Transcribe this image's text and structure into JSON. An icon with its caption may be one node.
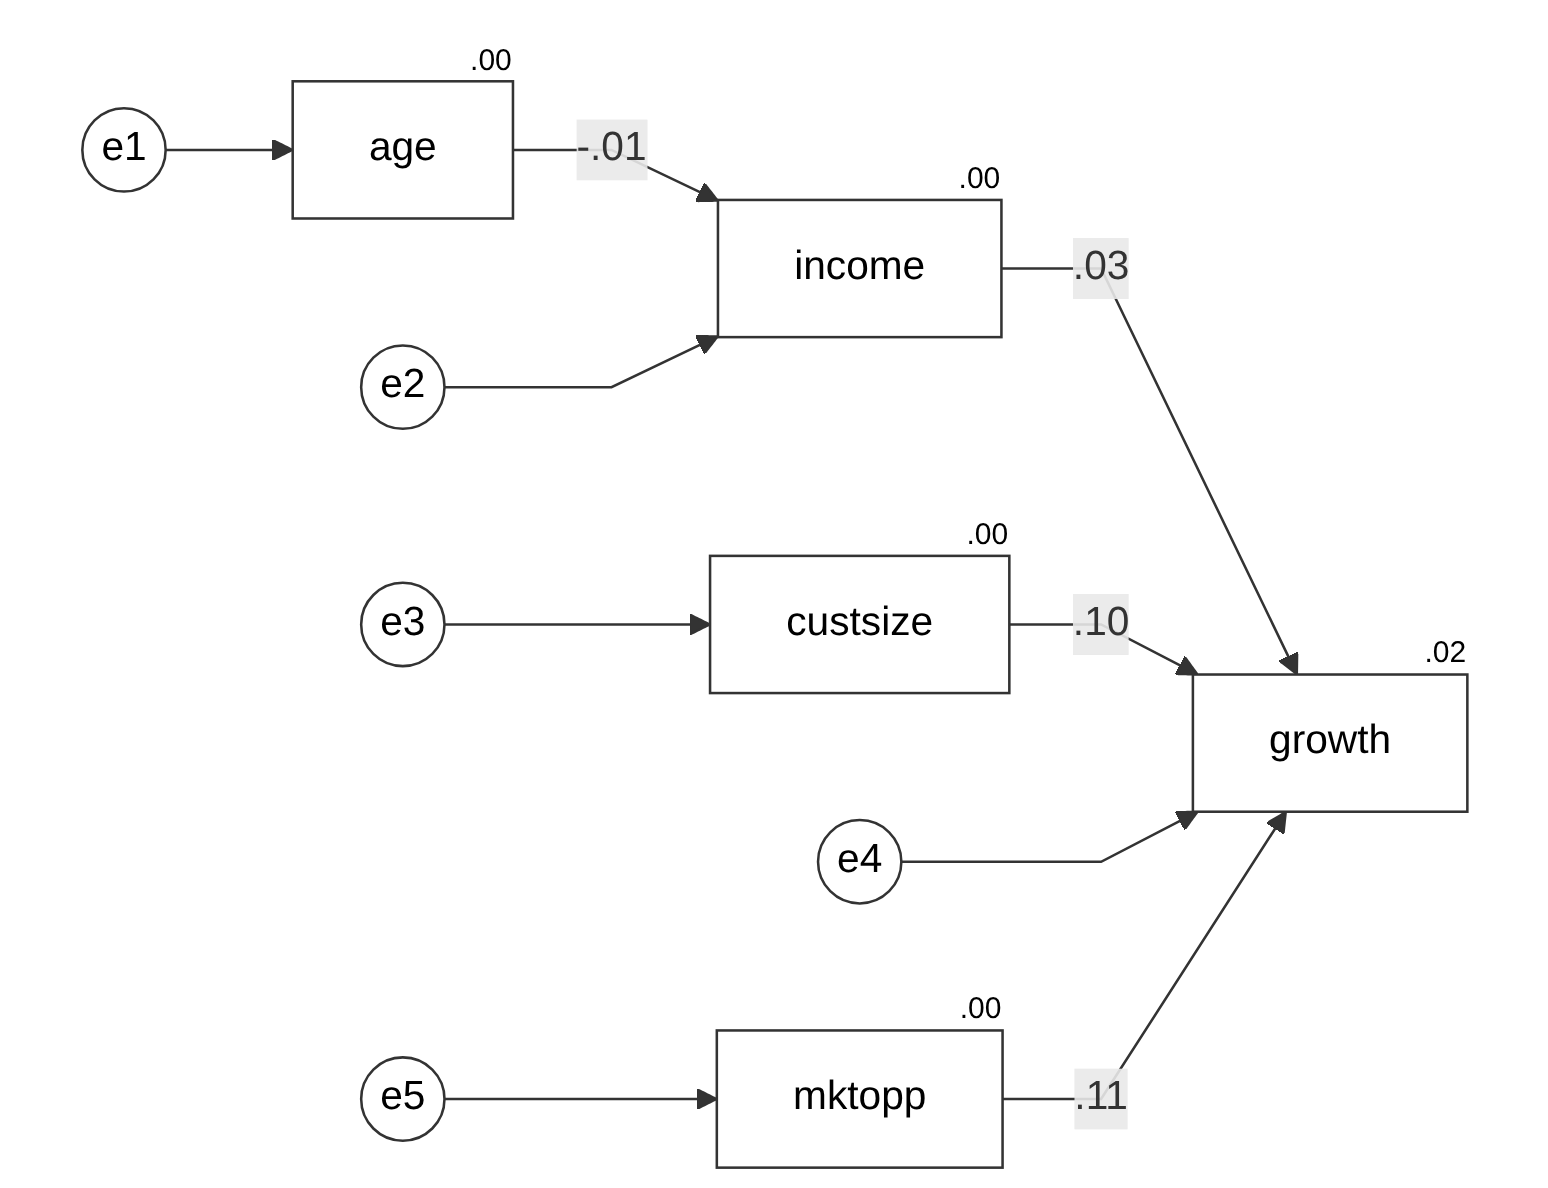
{
  "diagram": {
    "nodes": [
      {
        "text": [
          "e1"
        ]
      },
      {
        "text": [
          "age"
        ],
        "beside": [
          ".00"
        ]
      },
      {
        "text": [
          "income"
        ],
        "beside": [
          ".00"
        ]
      },
      {
        "text": [
          "e2"
        ]
      },
      {
        "text": [
          "e3"
        ]
      },
      {
        "text": [
          "custsize"
        ],
        "beside": [
          ".00"
        ]
      },
      {
        "text": [
          "growth"
        ],
        "beside": [
          ".02"
        ]
      },
      {
        "text": [
          "e4"
        ]
      },
      {
        "text": [
          "mktopp"
        ],
        "beside": [
          ".00"
        ]
      },
      {
        "text": [
          "e5"
        ]
      }
    ],
    "edges": [
      {
        "from": 0,
        "to": 1,
        "arrow": "to"
      },
      {
        "from": 1,
        "to": 2,
        "arrow": "to",
        "label": "-.01"
      },
      {
        "from": 2,
        "to": 6,
        "arrow": "to",
        "label": ".03"
      },
      {
        "from": 3,
        "to": 2,
        "arrow": "to"
      },
      {
        "from": 4,
        "to": 5,
        "arrow": "to"
      },
      {
        "from": 5,
        "to": 6,
        "arrow": "to",
        "label": ".10"
      },
      {
        "from": 7,
        "to": 6,
        "arrow": "to"
      },
      {
        "from": 8,
        "to": 6,
        "arrow": "to",
        "label": ".11"
      },
      {
        "from": 9,
        "to": 8,
        "arrow": "to"
      }
    ]
  }
}
